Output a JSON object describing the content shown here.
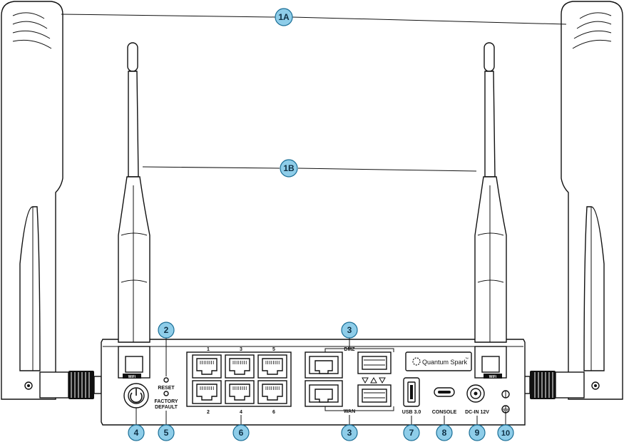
{
  "device": {
    "brand_label": "Quantum Spark",
    "brand_tm": "™",
    "reset_label": "RESET",
    "factory_label_1": "FACTORY",
    "factory_label_2": "DEFAULT",
    "dmz_label": "DMZ",
    "wan_label": "WAN",
    "usb_label": "USB 3.0",
    "console_label": "CONSOLE",
    "dcin_label": "DC-IN 12V",
    "wifi_label": "WiFi",
    "port_numbers_top": [
      "1",
      "3",
      "5"
    ],
    "port_numbers_bottom": [
      "2",
      "4",
      "6"
    ]
  },
  "callouts": {
    "c1a": "1A",
    "c1b": "1B",
    "c2": "2",
    "c3_top": "3",
    "c3_bottom": "3",
    "c4": "4",
    "c5": "5",
    "c6": "6",
    "c7": "7",
    "c8": "8",
    "c9": "9",
    "c10": "10"
  },
  "colors": {
    "callout_fill": "#8ecde9",
    "callout_stroke": "#1a6e96",
    "line": "#111111"
  }
}
